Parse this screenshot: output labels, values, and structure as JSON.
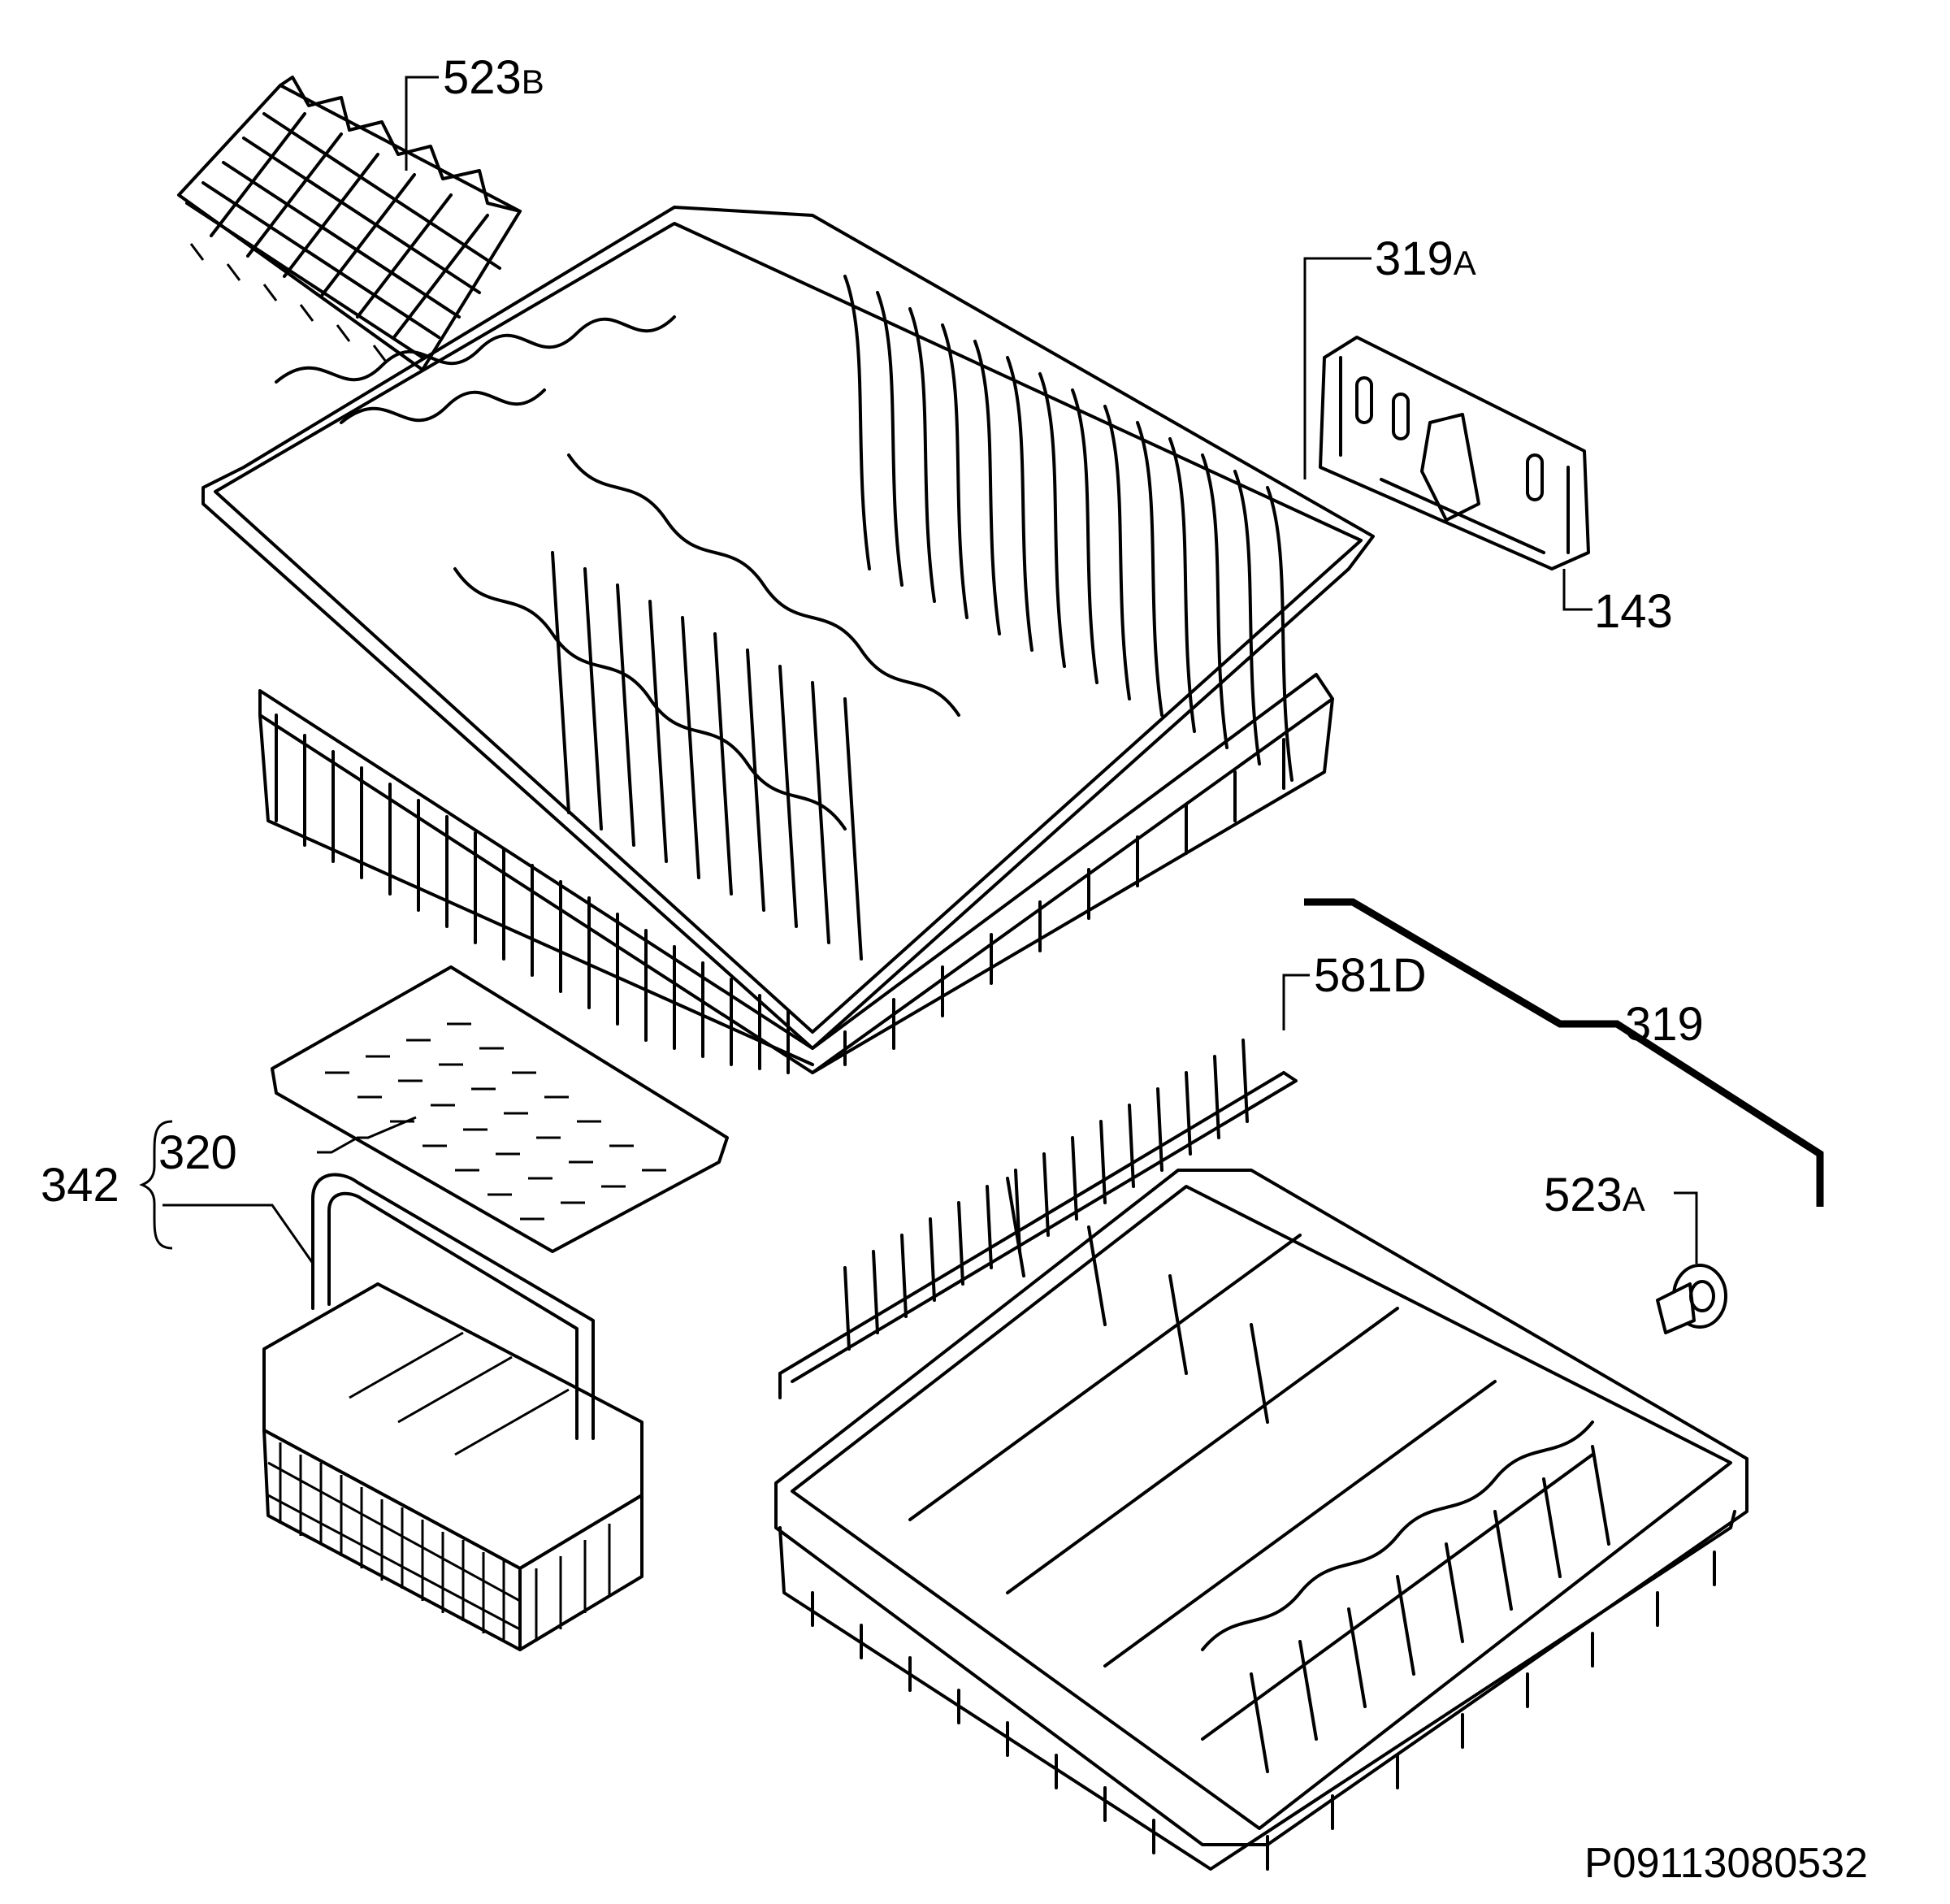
{
  "callouts": {
    "c523b": {
      "num": "523",
      "suffix": "B"
    },
    "c319a": {
      "num": "319",
      "suffix": "A"
    },
    "c143": {
      "num": "143"
    },
    "c581d": {
      "num": "581D"
    },
    "c319": {
      "num": "319"
    },
    "c342": {
      "num": "342"
    },
    "c320": {
      "num": "320"
    },
    "c523a": {
      "num": "523",
      "suffix": "A"
    }
  },
  "drawing_number": "P09113080532"
}
